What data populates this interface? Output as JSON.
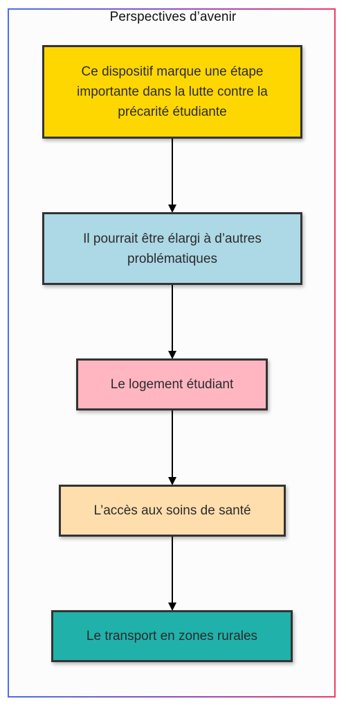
{
  "title": "Perspectives d’avenir",
  "nodes": [
    {
      "text": "Ce dispositif marque une étape importante dans la lutte contre la précarité étudiante",
      "color": "#FFD700"
    },
    {
      "text": "Il pourrait être élargi à d’autres problématiques",
      "color": "#ADD8E6"
    },
    {
      "text": "Le logement étudiant",
      "color": "#FFB6C1"
    },
    {
      "text": "L’accès aux soins de santé",
      "color": "#FFDEAD"
    },
    {
      "text": "Le transport en zones rurales",
      "color": "#20B2AA"
    }
  ],
  "edges": [
    {
      "from": 0,
      "to": 1
    },
    {
      "from": 1,
      "to": 2
    },
    {
      "from": 2,
      "to": 3
    },
    {
      "from": 3,
      "to": 4
    }
  ],
  "colors": {
    "frame_start": "#4a6cf0",
    "frame_end": "#ee3a66",
    "edge": "#000000",
    "node_border": "#333333"
  }
}
